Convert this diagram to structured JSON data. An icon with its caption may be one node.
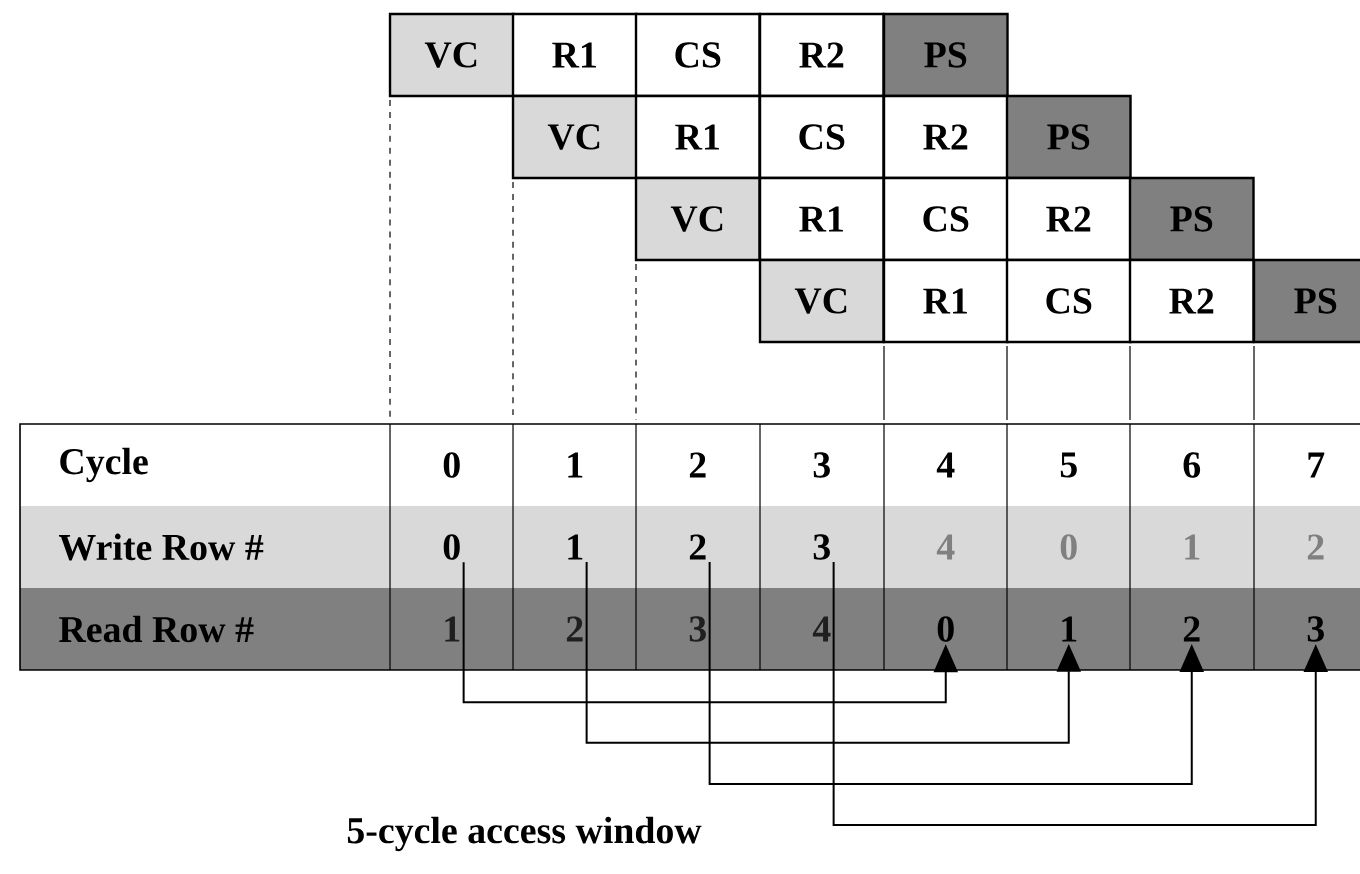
{
  "diagram": {
    "nodes": [
      {
        "text": [
          "VC"
        ]
      },
      {
        "text": [
          "R1"
        ]
      },
      {
        "text": [
          "CS"
        ]
      },
      {
        "text": [
          "R2"
        ]
      },
      {
        "text": [
          "PS"
        ]
      },
      {
        "text": [
          "VC"
        ]
      },
      {
        "text": [
          "R1"
        ]
      },
      {
        "text": [
          "CS"
        ]
      },
      {
        "text": [
          "R2"
        ]
      },
      {
        "text": [
          "PS"
        ]
      },
      {
        "text": [
          "VC"
        ]
      },
      {
        "text": [
          "R1"
        ]
      },
      {
        "text": [
          "CS"
        ]
      },
      {
        "text": [
          "R2"
        ]
      },
      {
        "text": [
          "PS"
        ]
      },
      {
        "text": [
          "VC"
        ]
      },
      {
        "text": [
          "R1"
        ]
      },
      {
        "text": [
          "CS"
        ]
      },
      {
        "text": [
          "R2"
        ]
      },
      {
        "text": [
          "PS"
        ]
      },
      {
        "text": [
          "Cycle"
        ]
      },
      {
        "text": [
          "0"
        ]
      },
      {
        "text": [
          "1"
        ]
      },
      {
        "text": [
          "2"
        ]
      },
      {
        "text": [
          "3"
        ]
      },
      {
        "text": [
          "4"
        ]
      },
      {
        "text": [
          "5"
        ]
      },
      {
        "text": [
          "6"
        ]
      },
      {
        "text": [
          "7"
        ]
      },
      {
        "text": [
          "Write Row #"
        ]
      },
      {
        "text": [
          "0"
        ]
      },
      {
        "text": [
          "1"
        ]
      },
      {
        "text": [
          "2"
        ]
      },
      {
        "text": [
          "3"
        ]
      },
      {
        "text": [
          "4"
        ]
      },
      {
        "text": [
          "0"
        ]
      },
      {
        "text": [
          "1"
        ]
      },
      {
        "text": [
          "2"
        ]
      },
      {
        "text": [
          "Read Row #"
        ]
      },
      {
        "text": [
          "1"
        ]
      },
      {
        "text": [
          "2"
        ]
      },
      {
        "text": [
          "3"
        ]
      },
      {
        "text": [
          "4"
        ]
      },
      {
        "text": [
          "0"
        ]
      },
      {
        "text": [
          "1"
        ]
      },
      {
        "text": [
          "2"
        ]
      },
      {
        "text": [
          "3"
        ]
      }
    ],
    "edges": [
      {
        "from": 30,
        "to": 43,
        "arrow": "to"
      },
      {
        "from": 31,
        "to": 44,
        "arrow": "to"
      },
      {
        "from": 32,
        "to": 45,
        "arrow": "to"
      },
      {
        "from": 33,
        "to": 46,
        "arrow": "to"
      }
    ],
    "labels": [
      "5-cycle access window"
    ]
  }
}
